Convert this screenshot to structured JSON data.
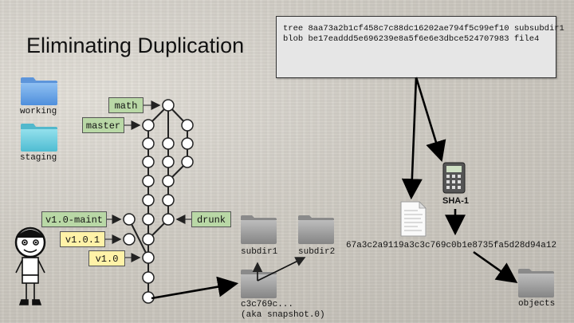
{
  "slide": {
    "title": "Eliminating Duplication",
    "folders": {
      "working": "working",
      "staging": "staging"
    },
    "labels": {
      "math": "math",
      "master": "master",
      "maint": "v1.0-maint",
      "v101": "v1.0.1",
      "v10": "v1.0",
      "drunk": "drunk"
    },
    "tree": {
      "subdir1": "subdir1",
      "subdir2": "subdir2",
      "commit": "c3c769c...",
      "commit_alias": "(aka snapshot.0)"
    },
    "hashing": {
      "sha_label": "SHA-1",
      "hash": "67a3c2a9119a3c3c769c0b1e8735fa5d28d94a12",
      "objects": "objects"
    },
    "codebox": {
      "line1": "tree 8aa73a2b1cf458c7c88dc16202ae794f5c99ef10 subsubdir1",
      "line2": "blob be17eaddd5e696239e8a5f6e6e3dbce524707983 file4"
    }
  },
  "colors": {
    "branch_label": "#b9d8a6",
    "tag_label": "#fff2a8",
    "blue_folder": "#6ea8ea",
    "teal_folder": "#6fd0e0",
    "gray_folder": "#9a9a9a"
  }
}
